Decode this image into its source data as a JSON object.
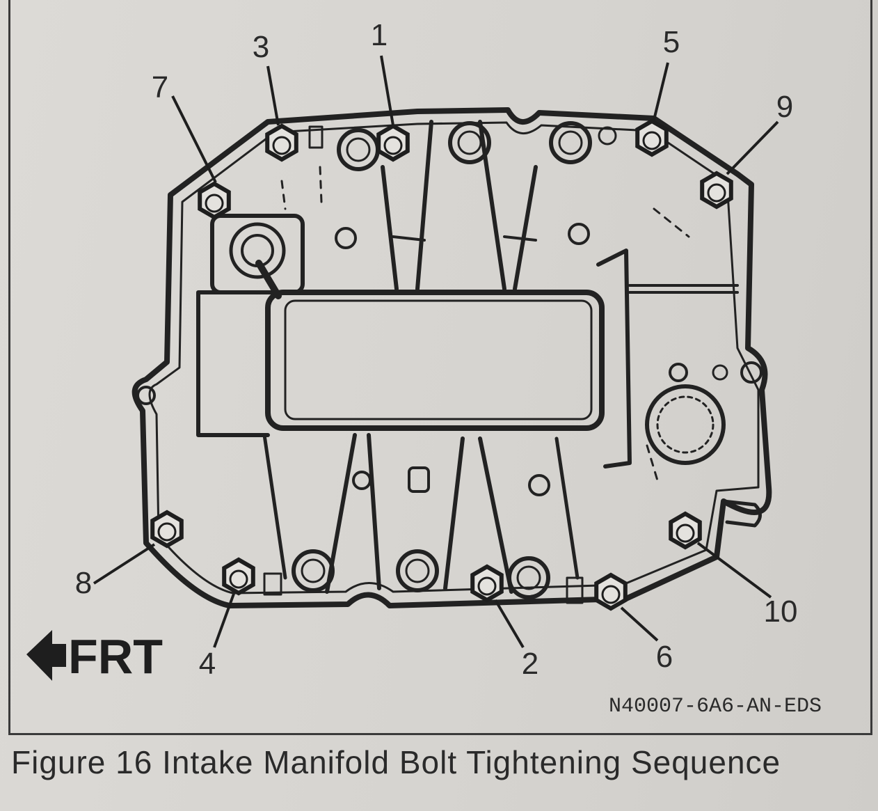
{
  "figure": {
    "caption": "Figure 16 Intake Manifold Bolt Tightening Sequence",
    "code": "N40007-6A6-AN-EDS",
    "direction_label": "FRT",
    "direction_icon": "arrow-left-icon"
  },
  "bolts": [
    {
      "label": "1"
    },
    {
      "label": "2"
    },
    {
      "label": "3"
    },
    {
      "label": "4"
    },
    {
      "label": "5"
    },
    {
      "label": "6"
    },
    {
      "label": "7"
    },
    {
      "label": "8"
    },
    {
      "label": "9"
    },
    {
      "label": "10"
    }
  ]
}
